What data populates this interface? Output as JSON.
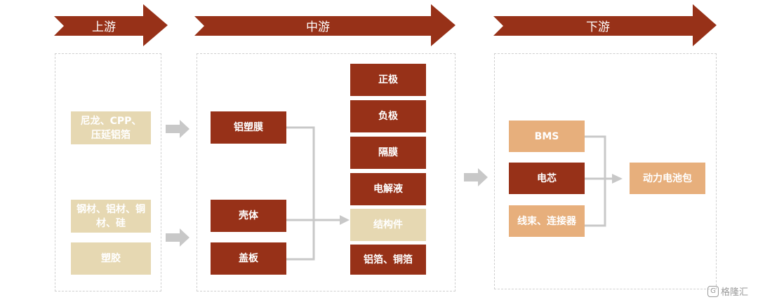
{
  "stages": {
    "upstream": "上游",
    "midstream": "中游",
    "downstream": "下游"
  },
  "upstream_items": {
    "nylon": "尼龙、CPP、压延铝箔",
    "metals": "钢材、铝材、铜材、硅",
    "plastic": "塑胶"
  },
  "mid_left": {
    "film": "铝塑膜",
    "case": "壳体",
    "cover": "盖板"
  },
  "mid_right": {
    "cathode": "正极",
    "anode": "负极",
    "separator": "隔膜",
    "electrolyte": "电解液",
    "structure": "结构件",
    "foil": "铝箔、铜箔"
  },
  "downstream_items": {
    "bms": "BMS",
    "cell": "电芯",
    "harness": "线束、连接器",
    "pack": "动力电池包"
  },
  "watermark": "格隆汇",
  "colors": {
    "dark_red": "#973118",
    "beige": "#e6d8b2",
    "orange": "#e7af7c",
    "connector_gray": "#c8c8c8"
  }
}
